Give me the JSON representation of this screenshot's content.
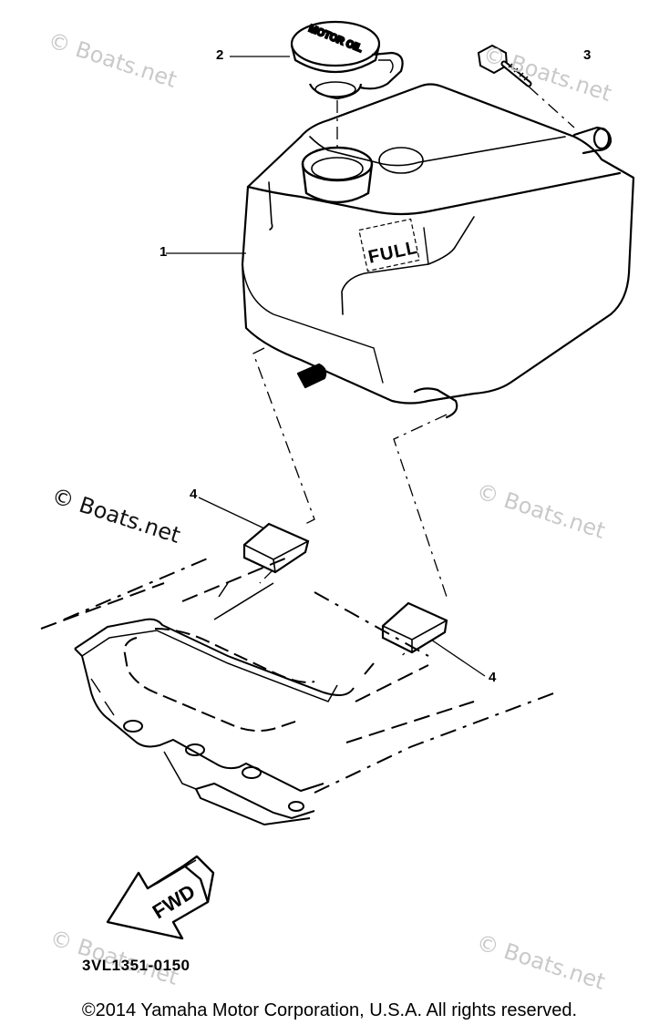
{
  "watermarks": {
    "text": "© Boats.net"
  },
  "callouts": {
    "part_1": "1",
    "part_2": "2",
    "part_3": "3",
    "part_4a": "4",
    "part_4b": "4"
  },
  "tank": {
    "label": "FULL"
  },
  "cap": {
    "label": "MOTOR OIL"
  },
  "arrow": {
    "label": "FWD"
  },
  "diagram_code": "3VL1351-0150",
  "copyright": "©2014 Yamaha Motor Corporation, U.S.A. All rights reserved."
}
